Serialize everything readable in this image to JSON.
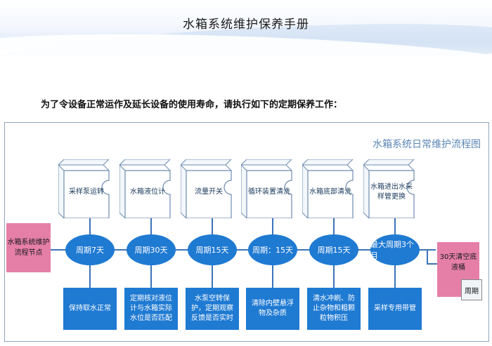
{
  "header": {
    "title": "水箱系统维护保养手册"
  },
  "intro": "为了令设备正常运作及延长设备的使用寿命，请执行如下的定期保养工作：",
  "diagram": {
    "title": "水箱系统日常维护流程图",
    "start_node": "水箱系统维护流程节点",
    "end_node": "30天清空底液桶",
    "end_sub": "周期",
    "steps": [
      {
        "component": "采样泵运转",
        "period": "周期7天",
        "task": "保持取水正常"
      },
      {
        "component": "水箱液位计",
        "period": "周期30天",
        "task": "定期核对液位计与水箱实际水位是否匹配"
      },
      {
        "component": "流量开关",
        "period": "周期15天",
        "task": "水泵空转保护，定期观察反馈是否实时"
      },
      {
        "component": "循环装置清洗",
        "period": "周期：15天",
        "task": "清除内壁悬浮物及杂质"
      },
      {
        "component": "水箱底部清洗",
        "period": "周期15天",
        "task": "清水冲刷、防止杂物和粗颗粒物积压"
      },
      {
        "component": "水箱进出水采样管更换",
        "period": "最大周期3个月",
        "task": "采样专用带管"
      }
    ]
  },
  "colors": {
    "node_blue": "#1f7ad2",
    "node_pink": "#e57fa8",
    "line_blue": "#3b73b9",
    "title_blue": "#5b87b5"
  }
}
